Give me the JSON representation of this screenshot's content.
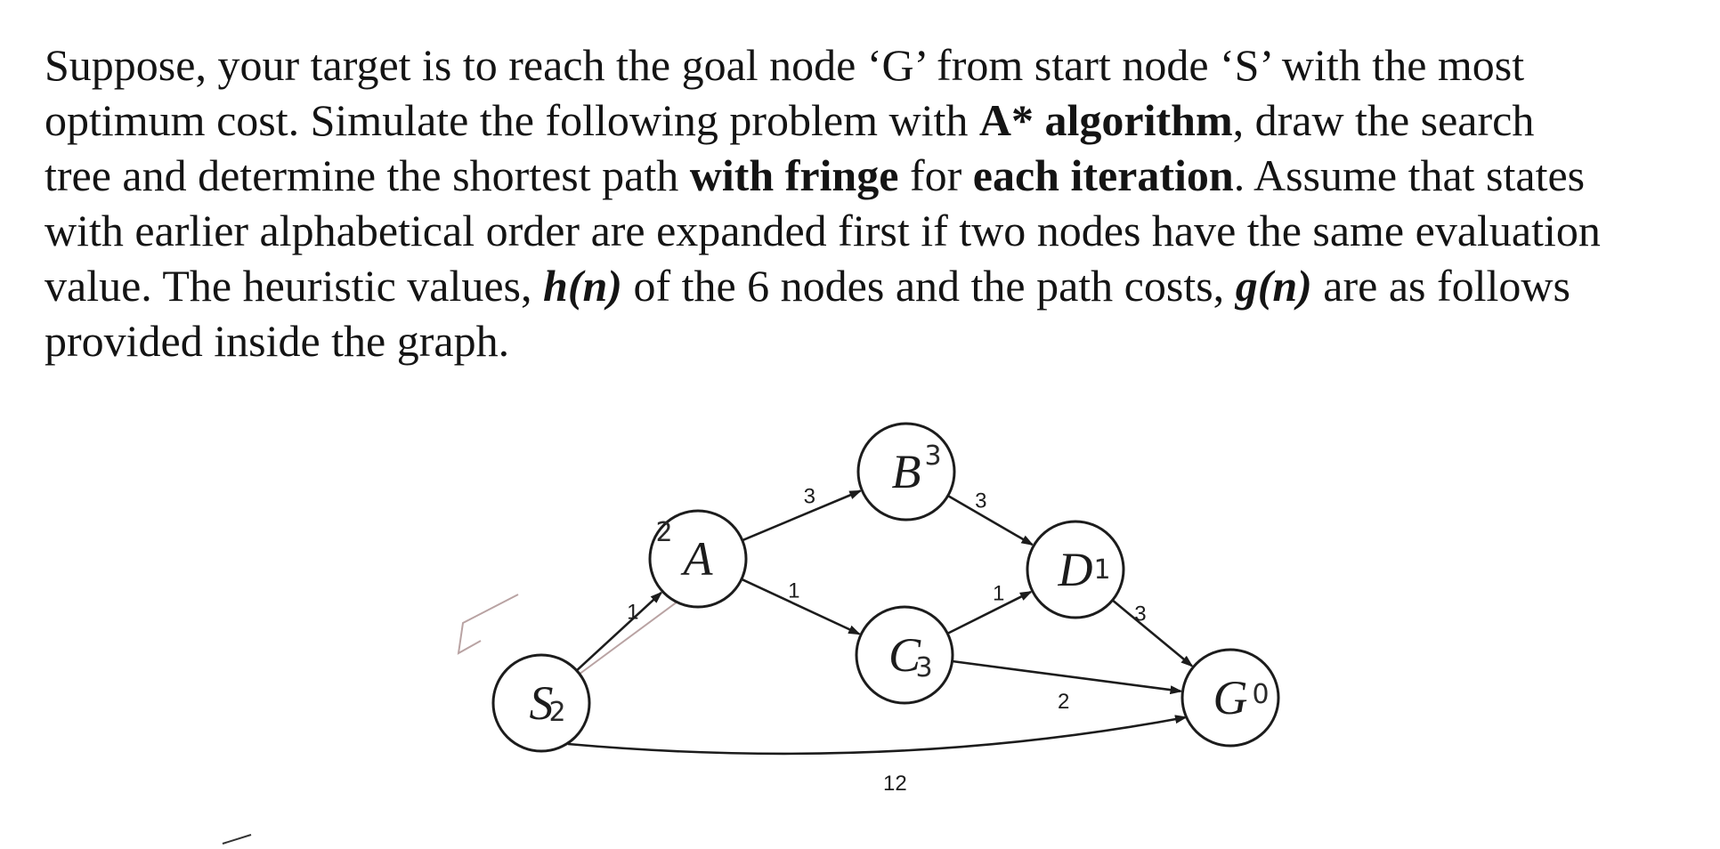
{
  "problem": {
    "lines": [
      [
        {
          "t": "Suppose, your target is to reach the goal node ‘G’ from start node ‘S’ with the most"
        }
      ],
      [
        {
          "t": "optimum cost. Simulate the following problem with "
        },
        {
          "t": "A* algorithm",
          "b": true
        },
        {
          "t": ", draw the search"
        }
      ],
      [
        {
          "t": "tree and determine the shortest path "
        },
        {
          "t": "with fringe",
          "b": true
        },
        {
          "t": " for "
        },
        {
          "t": "each iteration",
          "b": true
        },
        {
          "t": ". Assume that states"
        }
      ],
      [
        {
          "t": "with earlier alphabetical order are expanded first if two nodes have the same evaluation"
        }
      ],
      [
        {
          "t": "value. The heuristic values, "
        },
        {
          "t": "h(n)",
          "i": true
        },
        {
          "t": " of the 6 nodes and the path costs, "
        },
        {
          "t": "g(n)",
          "i": true
        },
        {
          "t": " are as follows"
        }
      ],
      [
        {
          "t": "provided inside the graph."
        }
      ]
    ]
  },
  "graph": {
    "nodes": [
      {
        "id": "S",
        "label": "S",
        "h": "2"
      },
      {
        "id": "A",
        "label": "A",
        "h": "2"
      },
      {
        "id": "B",
        "label": "B",
        "h": "3"
      },
      {
        "id": "C",
        "label": "C",
        "h": "3"
      },
      {
        "id": "D",
        "label": "D",
        "h": "1"
      },
      {
        "id": "G",
        "label": "G",
        "h": "0"
      }
    ],
    "edges": [
      {
        "from": "S",
        "to": "A",
        "cost": "1"
      },
      {
        "from": "A",
        "to": "B",
        "cost": "3"
      },
      {
        "from": "A",
        "to": "C",
        "cost": "1"
      },
      {
        "from": "B",
        "to": "D",
        "cost": "3"
      },
      {
        "from": "C",
        "to": "D",
        "cost": "1"
      },
      {
        "from": "C",
        "to": "G",
        "cost": "2"
      },
      {
        "from": "D",
        "to": "G",
        "cost": "3"
      },
      {
        "from": "S",
        "to": "G",
        "cost": "12"
      }
    ]
  }
}
